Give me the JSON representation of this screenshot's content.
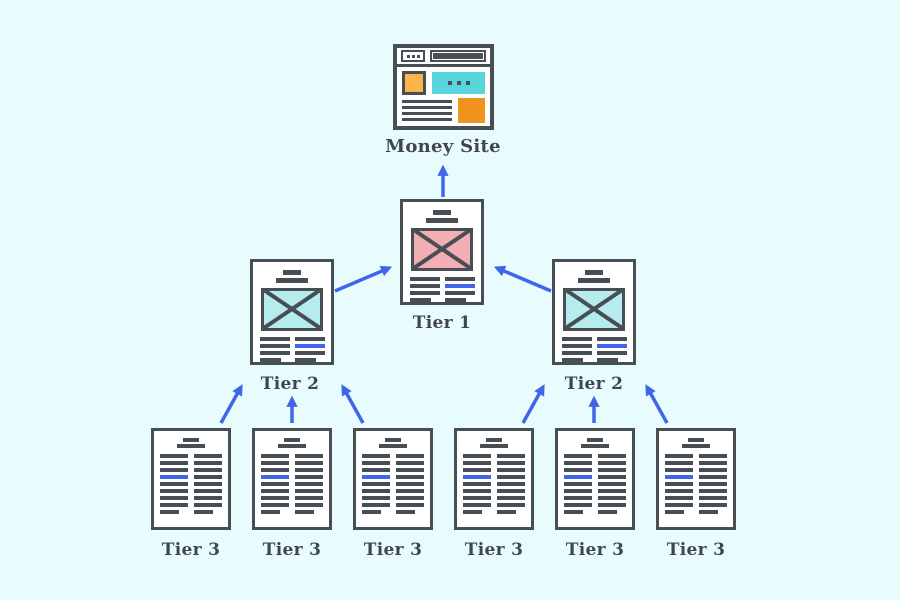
{
  "diagram": {
    "nodes": {
      "money_site": {
        "label": "Money Site",
        "icon": "browser-window-icon"
      },
      "tier1": {
        "label": "Tier 1",
        "icon": "article-document-icon"
      },
      "tier2_left": {
        "label": "Tier 2",
        "icon": "article-document-icon"
      },
      "tier2_right": {
        "label": "Tier 2",
        "icon": "article-document-icon"
      },
      "tier3": [
        {
          "label": "Tier 3"
        },
        {
          "label": "Tier 3"
        },
        {
          "label": "Tier 3"
        },
        {
          "label": "Tier 3"
        },
        {
          "label": "Tier 3"
        },
        {
          "label": "Tier 3"
        }
      ]
    },
    "edges": [
      {
        "from": "tier1",
        "to": "money_site"
      },
      {
        "from": "tier2_left",
        "to": "tier1"
      },
      {
        "from": "tier2_right",
        "to": "tier1"
      },
      {
        "from": "tier3.0",
        "to": "tier2_left"
      },
      {
        "from": "tier3.1",
        "to": "tier2_left"
      },
      {
        "from": "tier3.2",
        "to": "tier2_left"
      },
      {
        "from": "tier3.3",
        "to": "tier2_right"
      },
      {
        "from": "tier3.4",
        "to": "tier2_right"
      },
      {
        "from": "tier3.5",
        "to": "tier2_right"
      }
    ],
    "colors": {
      "background": "#e8fcfd",
      "outline": "#474e54",
      "accent_blue": "#4065e9",
      "tier1_image_fill": "#f2aeb2",
      "tier2_image_fill": "#b6ecee",
      "moneysite_teal": "#56d5dc",
      "moneysite_orange": "#f0921e",
      "moneysite_light_orange": "#fbb34d",
      "label_text": "#3f474c"
    }
  }
}
